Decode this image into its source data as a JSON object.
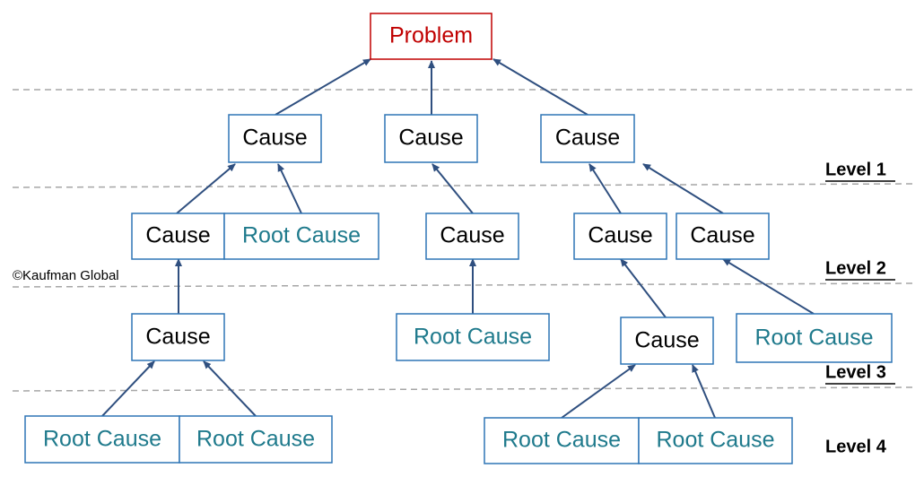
{
  "colors": {
    "problem_border": "#C00000",
    "problem_text": "#C00000",
    "box_border": "#2E75B6",
    "cause_text": "#000000",
    "root_cause_text": "#1F7A8C",
    "arrow": "#2F4F7F",
    "dashed_line": "#A6A6A6",
    "level_text": "#000000"
  },
  "diagram": {
    "problem": {
      "label": "Problem"
    },
    "causes": {
      "cause_1": "Cause",
      "cause_2": "Cause",
      "cause_3": "Cause",
      "cause_1a": "Cause",
      "cause_2a": "Cause",
      "cause_3a": "Cause",
      "cause_3b": "Cause",
      "cause_1a_i": "Cause",
      "cause_3a_i": "Cause"
    },
    "root_causes": {
      "root_1": "Root Cause",
      "root_2": "Root Cause",
      "root_3": "Root Cause",
      "root_4": "Root Cause",
      "root_5": "Root Cause",
      "root_6": "Root Cause",
      "root_7": "Root Cause"
    },
    "levels": [
      "Level 1",
      "Level 2",
      "Level 3",
      "Level 4"
    ],
    "copyright": "©Kaufman Global"
  }
}
